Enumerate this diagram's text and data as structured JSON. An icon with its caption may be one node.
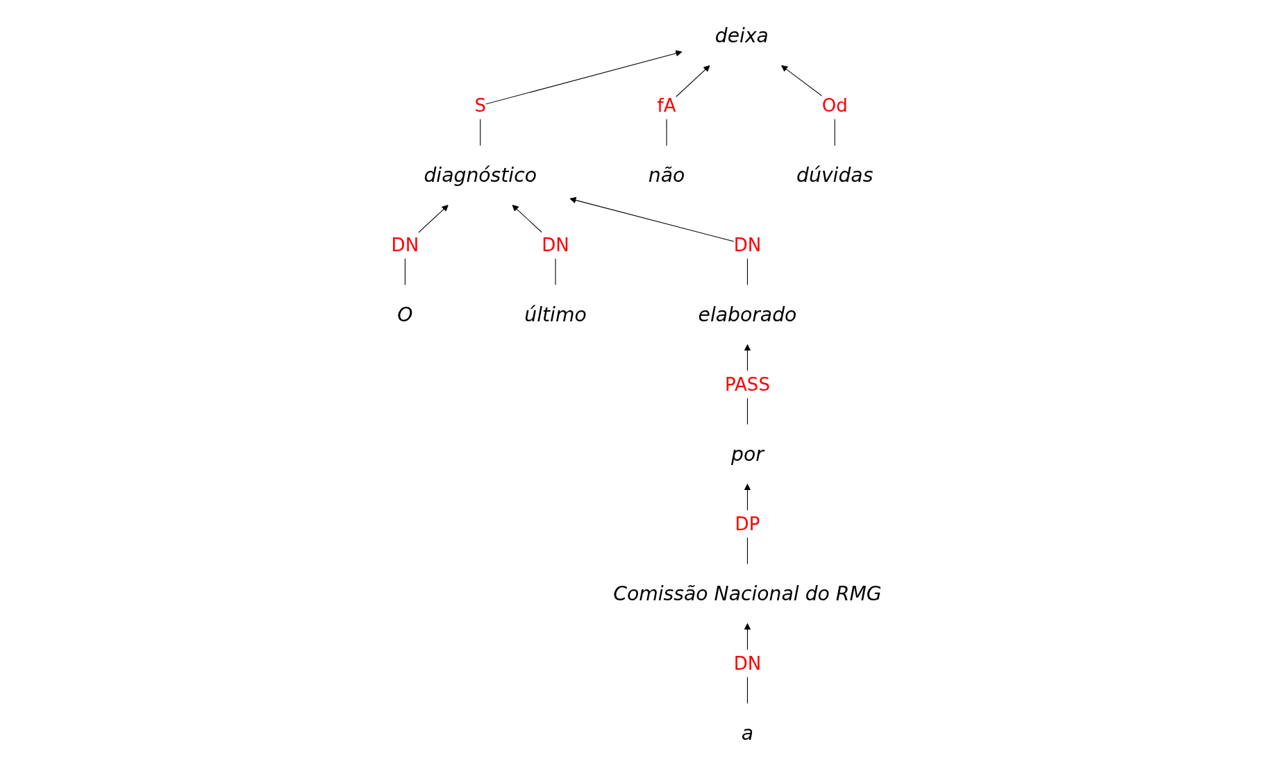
{
  "diagram": {
    "nodes": [
      {
        "text": [
          "deixa"
        ]
      },
      {
        "text": [
          "diagnóstico"
        ]
      },
      {
        "text": [
          "não"
        ]
      },
      {
        "text": [
          "dúvidas"
        ]
      },
      {
        "text": [
          "O"
        ]
      },
      {
        "text": [
          "último"
        ]
      },
      {
        "text": [
          "elaborado"
        ]
      },
      {
        "text": [
          "por"
        ]
      },
      {
        "text": [
          "Comissão Nacional do RMG"
        ]
      },
      {
        "text": [
          "a"
        ]
      }
    ],
    "edges": [
      {
        "from": 1,
        "to": 0,
        "arrow": "to",
        "label": "S"
      },
      {
        "from": 2,
        "to": 0,
        "arrow": "to",
        "label": "fA"
      },
      {
        "from": 3,
        "to": 0,
        "arrow": "to",
        "label": "Od"
      },
      {
        "from": 4,
        "to": 1,
        "arrow": "to",
        "label": "DN"
      },
      {
        "from": 5,
        "to": 1,
        "arrow": "to",
        "label": "DN"
      },
      {
        "from": 6,
        "to": 1,
        "arrow": "to",
        "label": "DN"
      },
      {
        "from": 7,
        "to": 6,
        "arrow": "to",
        "label": "PASS"
      },
      {
        "from": 8,
        "to": 7,
        "arrow": "to",
        "label": "DP"
      },
      {
        "from": 9,
        "to": 8,
        "arrow": "to",
        "label": "DN"
      }
    ]
  }
}
